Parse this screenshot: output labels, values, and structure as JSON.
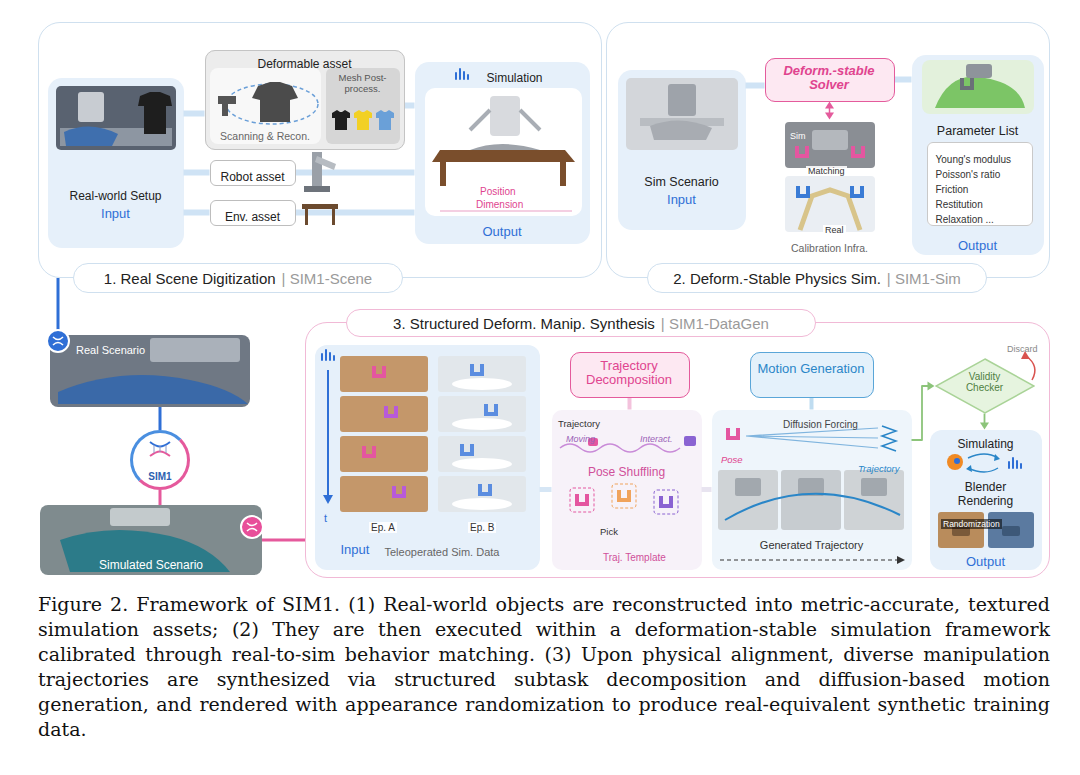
{
  "diagram": {
    "caption": "Figure 2. Framework of SIM1. (1) Real-world objects are reconstructed into metric-accurate, textured simulation assets; (2) They are then executed within a deformation-stable simulation framework calibrated through real-to-sim behavior matching. (3) Upon physical alignment, diverse manipulation trajectories are synthesized via structured subtask decomposition and diffusion-based motion generation, and rendered with appearance randomization to produce real-equivalent synthetic training data.",
    "nodes": [
      {
        "text": [
          "1. Real Scene Digitization",
          "| SIM1-Scene"
        ]
      },
      {
        "text": [
          "Real-world Setup",
          "Input"
        ],
        "in": 0
      },
      {
        "text": [
          "Deformable asset"
        ],
        "in": 0
      },
      {
        "text": [
          "Scanning & Recon."
        ],
        "in": 2
      },
      {
        "text": [
          "Mesh Post-process."
        ],
        "in": 2
      },
      {
        "text": [
          "Robot asset"
        ],
        "in": 0
      },
      {
        "text": [
          "Env. asset"
        ],
        "in": 0
      },
      {
        "text": [
          "Simulation",
          "Output"
        ],
        "in": 0
      },
      {
        "text": [
          "2. Deform.-Stable Physics Sim.",
          "| SIM1-Sim"
        ]
      },
      {
        "text": [
          "Sim Scenario",
          "Input"
        ],
        "in": 8
      },
      {
        "text": [
          "Deform.-stable Solver"
        ],
        "in": 8
      },
      {
        "text": [
          "Calibration Infra."
        ],
        "in": 8
      },
      {
        "text": [
          "Parameter List",
          "Output"
        ],
        "in": 8
      },
      {
        "text": [
          "Young's modulus",
          "Poisson's ratio",
          "Friction",
          "Restitution",
          "Relaxation ..."
        ],
        "in": 12
      },
      {
        "text": [
          "Real Scenario"
        ]
      },
      {
        "text": [
          "SIM1"
        ]
      },
      {
        "text": [
          "Simulated Scenario"
        ]
      },
      {
        "text": [
          "3. Structured Deform. Manip. Synthesis",
          "| SIM1-DataGen"
        ]
      },
      {
        "text": [
          "Input",
          "Teleoperated Sim. Data"
        ],
        "in": 17
      },
      {
        "text": [
          "Trajectory Decomposition"
        ],
        "in": 17
      },
      {
        "text": [
          "Pose Shuffling"
        ],
        "in": 17
      },
      {
        "text": [
          "Motion Generation"
        ],
        "in": 17
      },
      {
        "text": [
          "Generated Trajectory"
        ],
        "in": 17
      },
      {
        "text": [
          "Validity Checker"
        ],
        "in": 17
      },
      {
        "text": [
          "Simulating",
          "Blender Rendering",
          "Output"
        ],
        "in": 17
      }
    ],
    "edges": [
      {
        "from": 1,
        "to": 2,
        "arrow": "none"
      },
      {
        "from": 1,
        "to": 5,
        "arrow": "none"
      },
      {
        "from": 1,
        "to": 6,
        "arrow": "none"
      },
      {
        "from": 2,
        "to": 7,
        "arrow": "none"
      },
      {
        "from": 5,
        "to": 7,
        "arrow": "none"
      },
      {
        "from": 6,
        "to": 7,
        "arrow": "none"
      },
      {
        "from": 9,
        "to": 10,
        "arrow": "none"
      },
      {
        "from": 10,
        "to": 11,
        "arrow": "both"
      },
      {
        "from": 10,
        "to": 12,
        "arrow": "none"
      },
      {
        "from": 14,
        "to": 0,
        "arrow": "none"
      },
      {
        "from": 14,
        "to": 15,
        "arrow": "none"
      },
      {
        "from": 15,
        "to": 16,
        "arrow": "none"
      },
      {
        "from": 16,
        "to": 17,
        "arrow": "none"
      },
      {
        "from": 18,
        "to": 20,
        "arrow": "none"
      },
      {
        "from": 19,
        "to": 20,
        "arrow": "none"
      },
      {
        "from": 21,
        "to": 22,
        "arrow": "none"
      },
      {
        "from": 20,
        "to": 22,
        "arrow": "none"
      },
      {
        "from": 22,
        "to": 23,
        "arrow": "to"
      },
      {
        "from": 23,
        "to": 24,
        "arrow": "to"
      }
    ],
    "labels": [
      "Position",
      "Dimension",
      "Sim",
      "Matching",
      "Real",
      "t",
      "Ep. A",
      "Ep. B",
      "Trajectory",
      "Moving",
      "Interact.",
      "Pick",
      "Traj. Template",
      "Pose",
      "Diffusion Forcing",
      "Trajectory",
      "Discard",
      "Randomization"
    ]
  }
}
